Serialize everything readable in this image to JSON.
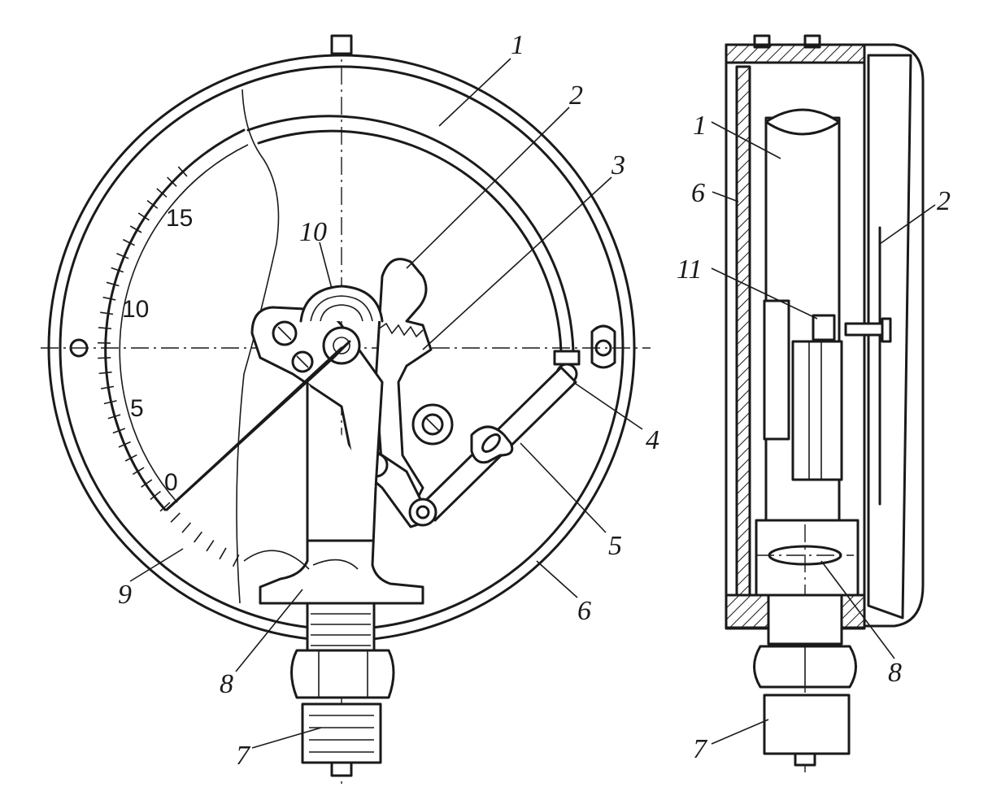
{
  "scale_numbers": [
    "0",
    "5",
    "10",
    "15"
  ],
  "front_view": {
    "labels": [
      "1",
      "2",
      "3",
      "10",
      "4",
      "5",
      "6",
      "9",
      "8",
      "7"
    ]
  },
  "side_view": {
    "labels": [
      "1",
      "6",
      "2",
      "11",
      "8",
      "7"
    ]
  }
}
